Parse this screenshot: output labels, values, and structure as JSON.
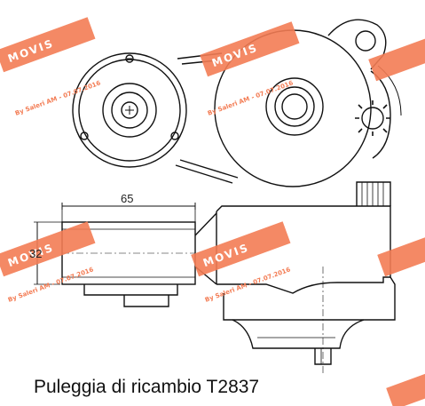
{
  "caption": "Puleggia di ricambio T2837",
  "dimensions": {
    "width_label": "65",
    "height_label": "32"
  },
  "watermark": {
    "brand": "MOVIS",
    "subtitle": "By Saleri AM - 07.07.2016",
    "color": "#f37c54"
  },
  "colors": {
    "line": "#111111",
    "background": "#ffffff"
  }
}
